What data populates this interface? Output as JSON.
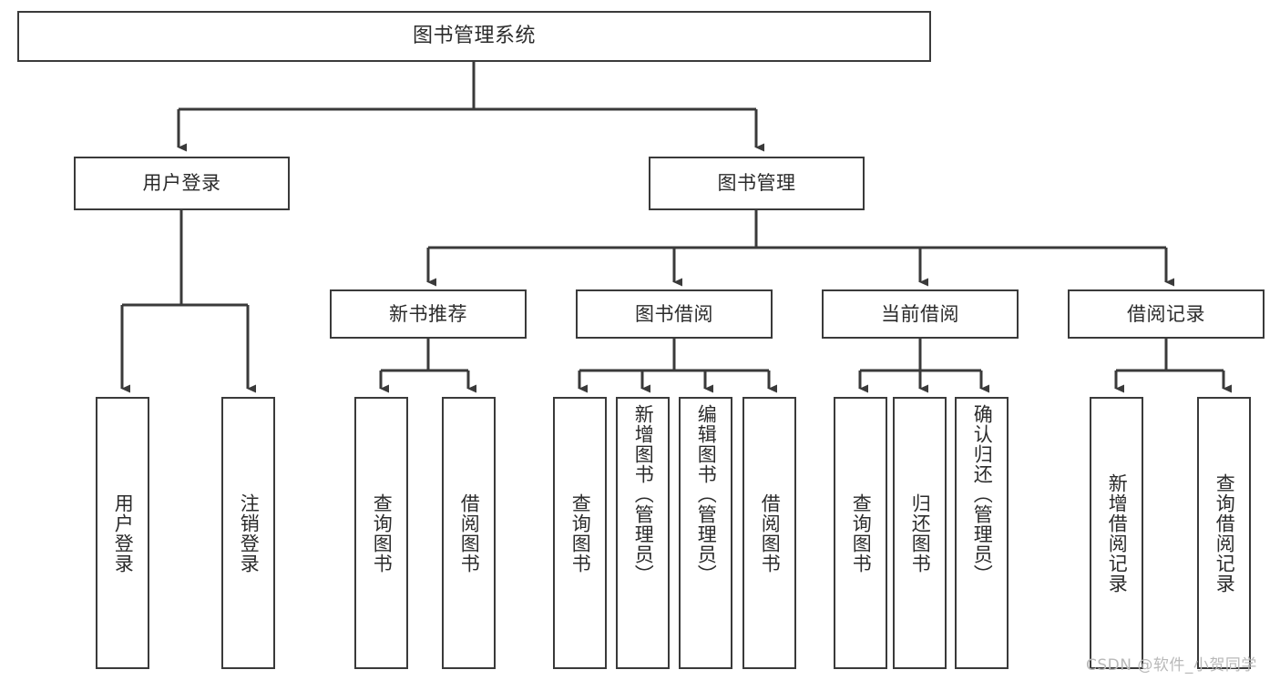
{
  "diagram": {
    "title": "图书管理系统",
    "type": "tree-hierarchy",
    "watermark": "CSDN @软件_小贺同学",
    "colors": {
      "background": "#ffffff",
      "box_border": "#3a3a3a",
      "box_fill": "#ffffff",
      "text": "#2b2b2b",
      "edge": "#3a3a3a",
      "watermark": "#b9b9b9"
    },
    "levels": [
      {
        "level": 0,
        "nodes": [
          {
            "id": "root",
            "label": "图书管理系统"
          }
        ]
      },
      {
        "level": 1,
        "nodes": [
          {
            "id": "login",
            "label": "用户登录",
            "parent": "root"
          },
          {
            "id": "bookmgmt",
            "label": "图书管理",
            "parent": "root"
          }
        ]
      },
      {
        "level": 2,
        "nodes": [
          {
            "id": "newbook",
            "label": "新书推荐",
            "parent": "bookmgmt"
          },
          {
            "id": "borrow",
            "label": "图书借阅",
            "parent": "bookmgmt"
          },
          {
            "id": "current",
            "label": "当前借阅",
            "parent": "bookmgmt"
          },
          {
            "id": "record",
            "label": "借阅记录",
            "parent": "bookmgmt"
          }
        ]
      },
      {
        "level": 3,
        "nodes": [
          {
            "id": "leaf-user-login",
            "label": "用户登录",
            "parent": "login"
          },
          {
            "id": "leaf-user-logout",
            "label": "注销登录",
            "parent": "login"
          },
          {
            "id": "leaf-new-query",
            "label": "查询图书",
            "parent": "newbook"
          },
          {
            "id": "leaf-new-borrow",
            "label": "借阅图书",
            "parent": "newbook"
          },
          {
            "id": "leaf-borrow-query",
            "label": "查询图书",
            "parent": "borrow"
          },
          {
            "id": "leaf-borrow-add",
            "label": "新增图书（管理员）",
            "parent": "borrow"
          },
          {
            "id": "leaf-borrow-edit",
            "label": "编辑图书（管理员）",
            "parent": "borrow"
          },
          {
            "id": "leaf-borrow-lend",
            "label": "借阅图书",
            "parent": "borrow"
          },
          {
            "id": "leaf-cur-query",
            "label": "查询图书",
            "parent": "current"
          },
          {
            "id": "leaf-cur-return",
            "label": "归还图书",
            "parent": "current"
          },
          {
            "id": "leaf-cur-confirm",
            "label": "确认归还（管理员）",
            "parent": "current"
          },
          {
            "id": "leaf-rec-add",
            "label": "新增借阅记录",
            "parent": "record"
          },
          {
            "id": "leaf-rec-query",
            "label": "查询借阅记录",
            "parent": "record"
          }
        ]
      }
    ]
  }
}
